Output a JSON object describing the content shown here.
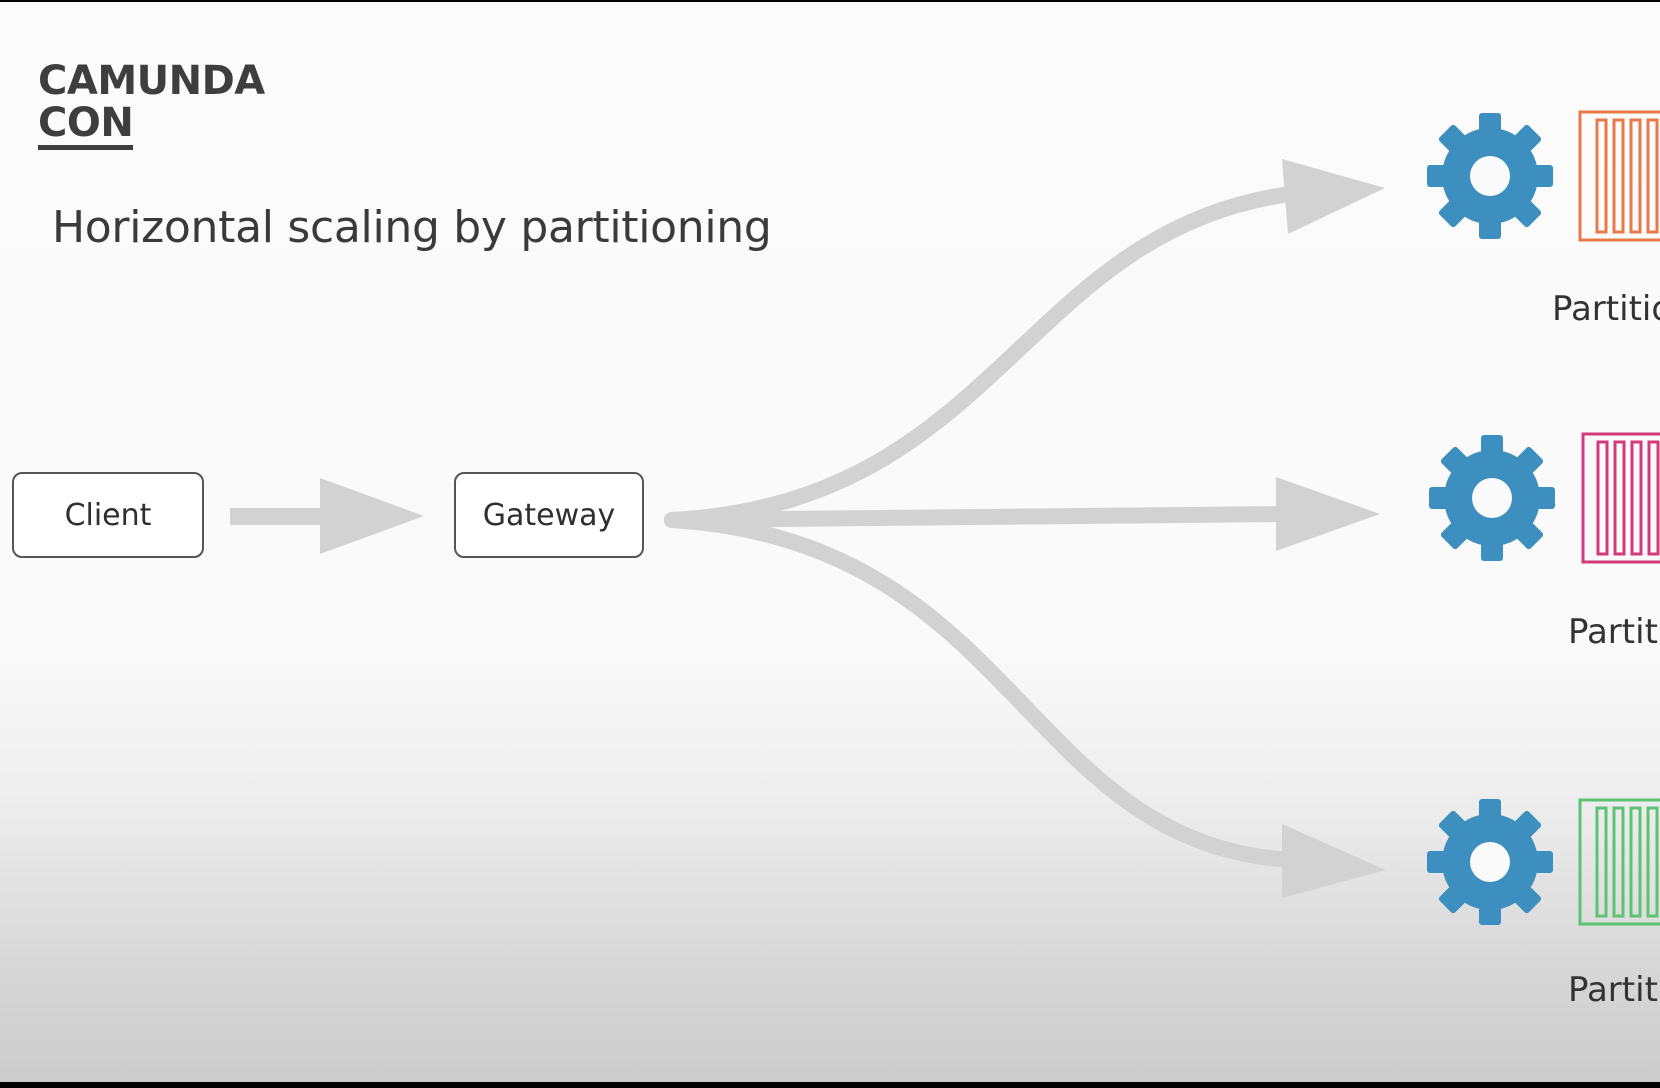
{
  "logo": {
    "line1": "CAMUNDA",
    "line2": "CON"
  },
  "title": "Horizontal scaling by partitioning",
  "nodes": {
    "client": "Client",
    "gateway": "Gateway"
  },
  "partitions": [
    {
      "label": "Partitio",
      "color": "#e87a4a"
    },
    {
      "label": "Partit",
      "color": "#d4397a"
    },
    {
      "label": "Partit",
      "color": "#5bc473"
    }
  ],
  "colors": {
    "gear": "#3d8fbf",
    "arrow": "#d2d2d2"
  },
  "icons": [
    "gear-icon",
    "log-segment-icon"
  ]
}
